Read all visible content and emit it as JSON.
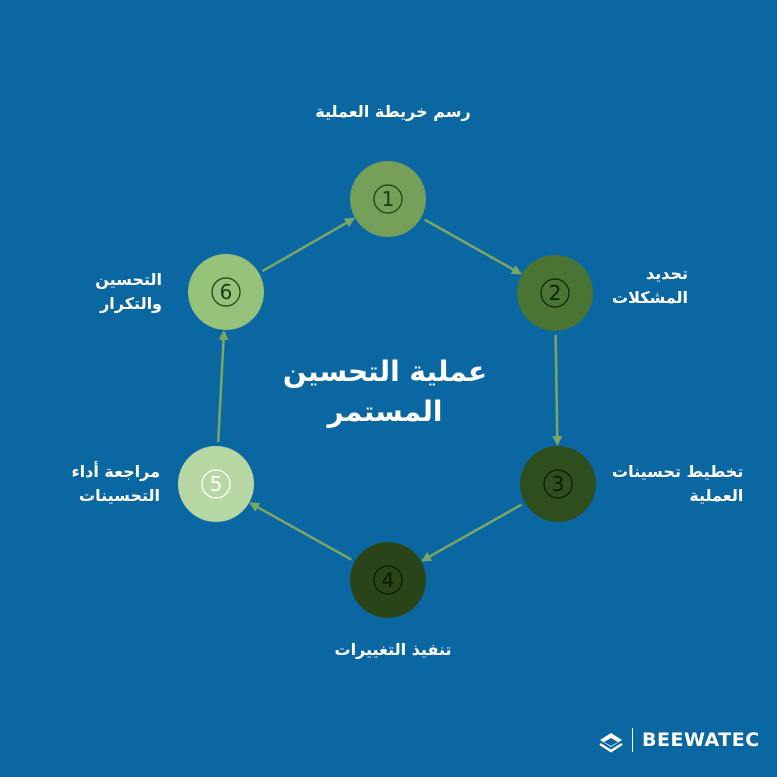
{
  "title": {
    "line1": "عملية التحسين",
    "line2": "المستمر"
  },
  "steps": [
    {
      "number": "1",
      "label_lines": [
        "رسم خريطة العملية"
      ],
      "color": "#76a05a",
      "number_color": "#1e3a14"
    },
    {
      "number": "2",
      "label_lines": [
        "تحديد",
        "المشكلات"
      ],
      "color": "#4a7434",
      "number_color": "#0f2108"
    },
    {
      "number": "3",
      "label_lines": [
        "تخطيط تحسينات",
        "العملية"
      ],
      "color": "#2e4e1e",
      "number_color": "#0a1a05"
    },
    {
      "number": "4",
      "label_lines": [
        "تنفيذ التغييرات"
      ],
      "color": "#284418",
      "number_color": "#0a1a05"
    },
    {
      "number": "5",
      "label_lines": [
        "مراجعة أداء",
        "التحسينات"
      ],
      "color": "#b7d8a2",
      "number_color": "#ffffff"
    },
    {
      "number": "6",
      "label_lines": [
        "التحسين",
        "والتكرار"
      ],
      "color": "#97c27a",
      "number_color": "#1e3a14"
    }
  ],
  "colors": {
    "background": "#0b67a2",
    "arrow": "#7aa864"
  },
  "brand": {
    "name": "BEEWATEC",
    "logo_icon": "beewatec-logo-icon"
  }
}
